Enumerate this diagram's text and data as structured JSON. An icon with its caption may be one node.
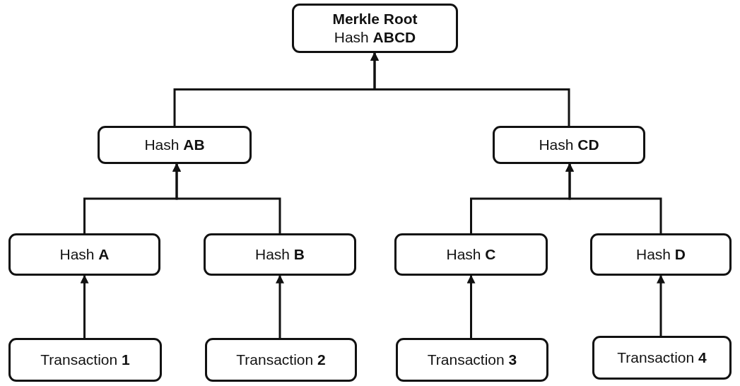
{
  "diagram": {
    "nodes": [
      {
        "text": [
          "Merkle Root",
          "Hash **ABCD**"
        ]
      },
      {
        "text": [
          "Hash **AB**"
        ]
      },
      {
        "text": [
          "Hash **CD**"
        ]
      },
      {
        "text": [
          "Hash **A**"
        ]
      },
      {
        "text": [
          "Hash **B**"
        ]
      },
      {
        "text": [
          "Hash **C**"
        ]
      },
      {
        "text": [
          "Hash **D**"
        ]
      },
      {
        "text": [
          "Transaction **1**"
        ]
      },
      {
        "text": [
          "Transaction **2**"
        ]
      },
      {
        "text": [
          "Transaction **3**"
        ]
      },
      {
        "text": [
          "Transaction **4**"
        ]
      }
    ],
    "edges": [
      {
        "from": 1,
        "to": 0,
        "arrow": "to"
      },
      {
        "from": 2,
        "to": 0,
        "arrow": "to"
      },
      {
        "from": 3,
        "to": 1,
        "arrow": "to"
      },
      {
        "from": 4,
        "to": 1,
        "arrow": "to"
      },
      {
        "from": 5,
        "to": 2,
        "arrow": "to"
      },
      {
        "from": 6,
        "to": 2,
        "arrow": "to"
      },
      {
        "from": 7,
        "to": 3,
        "arrow": "to"
      },
      {
        "from": 8,
        "to": 4,
        "arrow": "to"
      },
      {
        "from": 9,
        "to": 5,
        "arrow": "to"
      },
      {
        "from": 10,
        "to": 6,
        "arrow": "to"
      }
    ]
  }
}
